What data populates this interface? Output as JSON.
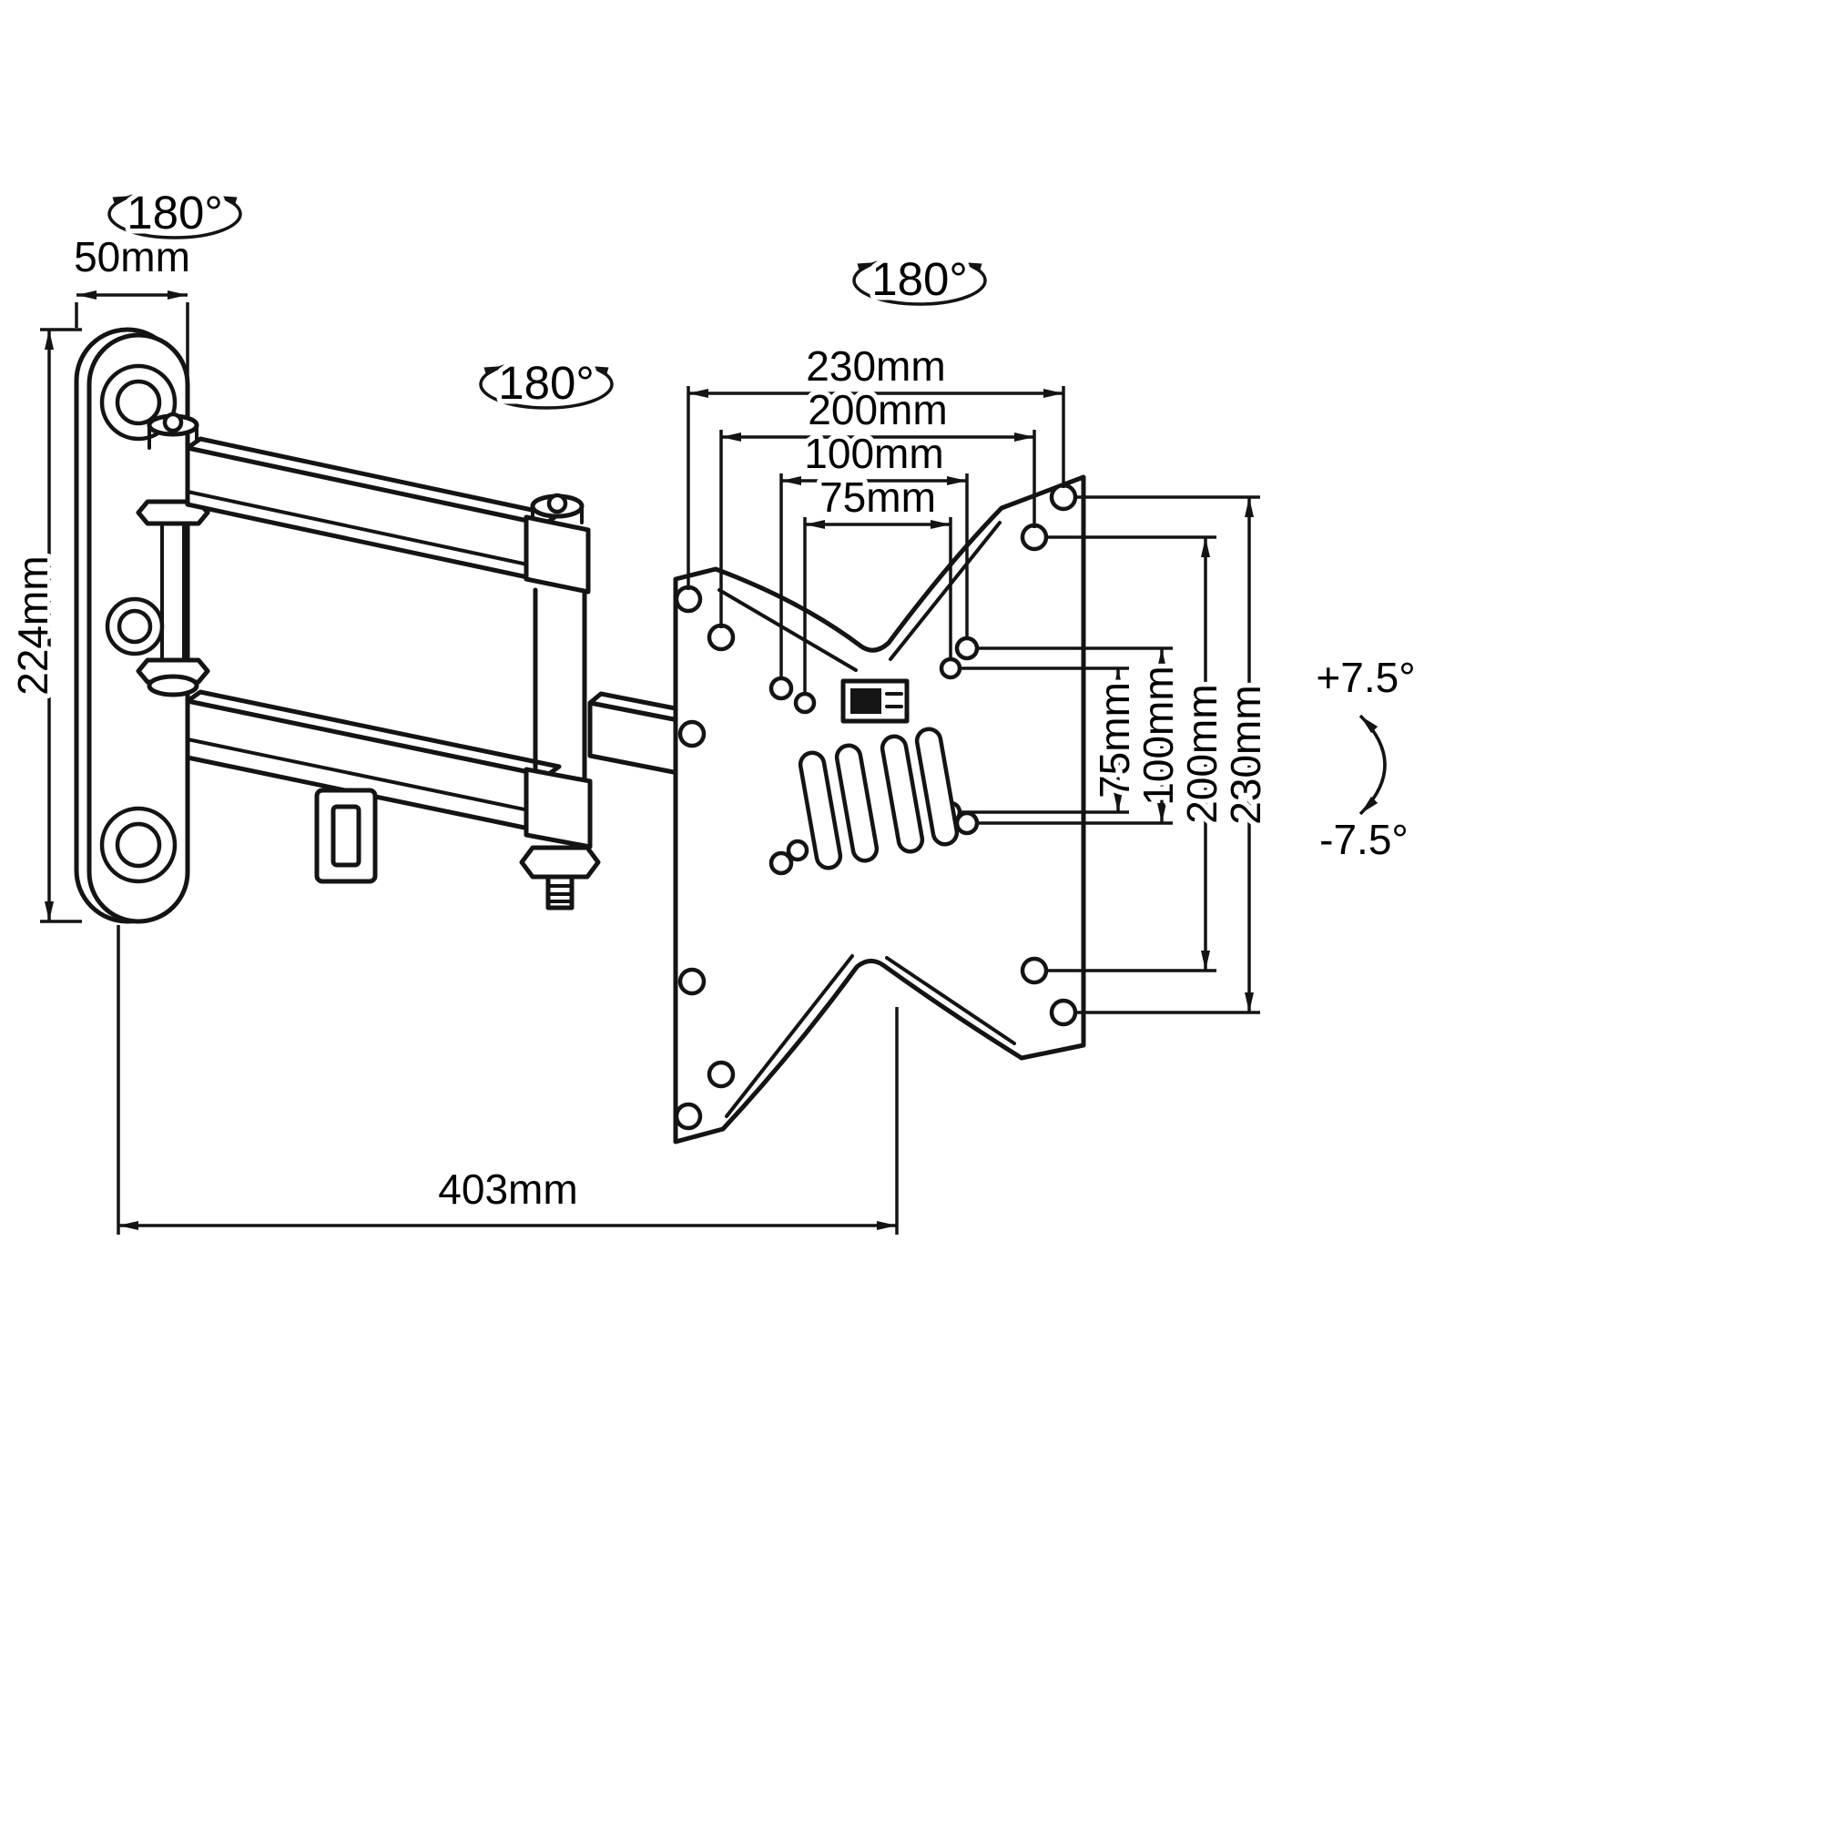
{
  "diagram": {
    "type": "technical-dimension-drawing",
    "line_color": "#141414",
    "background": "#ffffff",
    "rotations": {
      "wall_joint": "180°",
      "mid_joint": "180°",
      "plate_joint": "180°"
    },
    "tilt": {
      "up": "+7.5°",
      "down": "-7.5°"
    },
    "dimensions": {
      "wall_plate_width": "50mm",
      "wall_plate_height": "224mm",
      "total_extension": "403mm",
      "vesa_width": [
        "230mm",
        "200mm",
        "100mm",
        "75mm"
      ],
      "vesa_height": [
        "75mm",
        "100mm",
        "200mm",
        "230mm"
      ]
    }
  }
}
